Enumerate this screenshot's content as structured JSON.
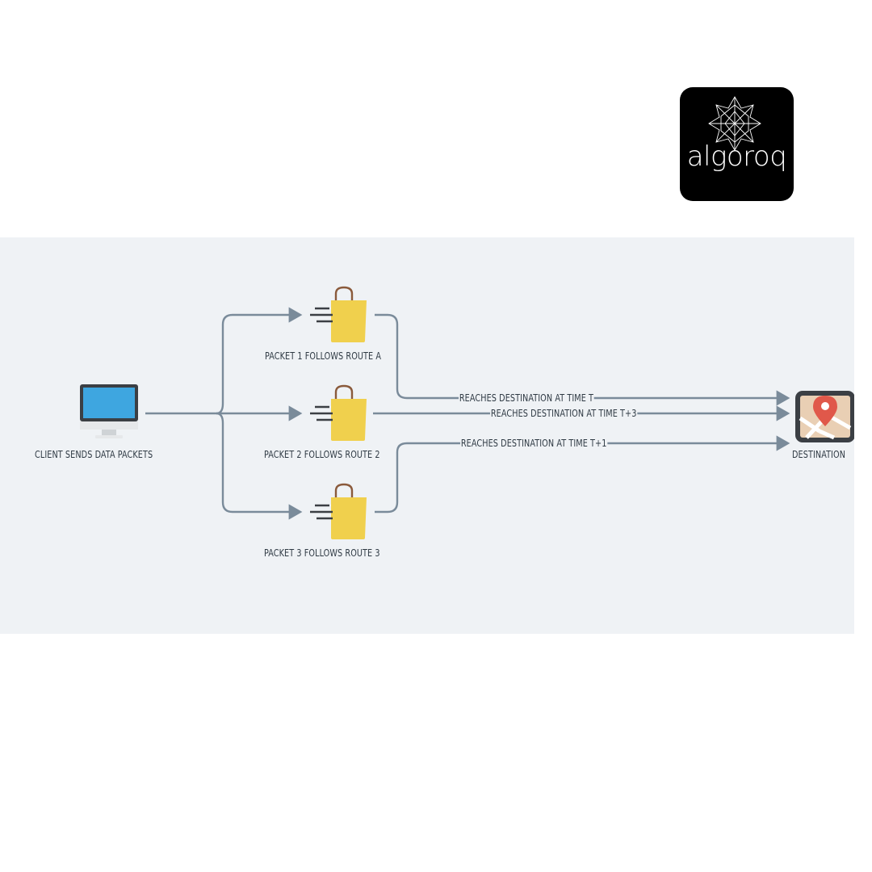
{
  "logo": {
    "text": "algoroq"
  },
  "diagram": {
    "client_label": "CLIENT SENDS DATA PACKETS",
    "packets": [
      {
        "label": "PACKET 1 FOLLOWS ROUTE A",
        "arrival": "REACHES DESTINATION AT TIME T"
      },
      {
        "label": "PACKET 2 FOLLOWS ROUTE 2",
        "arrival": "REACHES DESTINATION AT TIME T+3"
      },
      {
        "label": "PACKET 3 FOLLOWS ROUTE 3",
        "arrival": "REACHES DESTINATION AT TIME T+1"
      }
    ],
    "destination_label": "DESTINATION",
    "colors": {
      "panel_bg": "#eff2f5",
      "line": "#7a8b9a",
      "packet": "#f0d04d",
      "monitor_screen": "#3ea6e0",
      "pin": "#e0584a"
    },
    "icons": [
      "monitor-icon",
      "packet-bag-icon",
      "map-pin-icon"
    ]
  }
}
